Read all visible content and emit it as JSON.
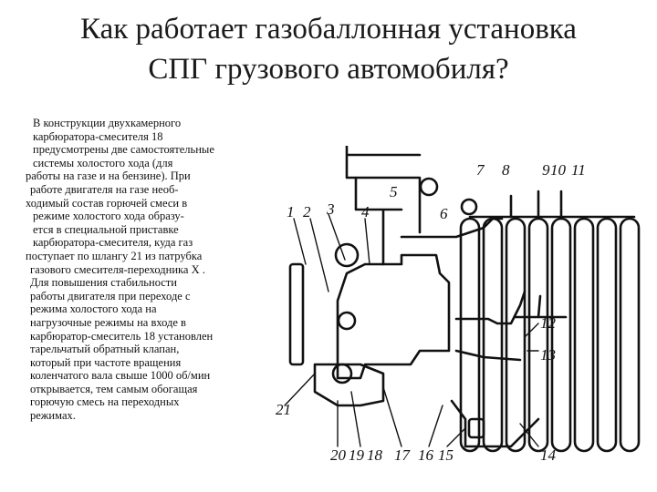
{
  "slide": {
    "title_lines": [
      "Как работает газобаллонная установка",
      "СПГ грузового автомобиля?"
    ],
    "body_lines": [
      "В конструкции двухкамерного",
      "карбюратора-смесителя 18",
      "предусмотрены две самостоятельные",
      "системы холостого хода (для",
      "работы на газе и на бензине). При",
      "работе двигателя на газе необ-",
      "ходимый состав горючей смеси в",
      "режиме холостого хода образу-",
      "ется в специальной приставке",
      "карбюратора-смесителя, куда газ",
      "поступает по шлангу 21 из патрубка",
      "газового смесителя-переходника X .",
      "Для повышения стабильности",
      "работы двигателя при переходе с",
      "режима холостого хода на",
      "нагрузочные режимы на входе в",
      "карбюратор-смеситель 18 установлен",
      "тарельчатый обратный клапан,",
      "который при частоте вращения",
      "коленчатого вала свыше 1000 об/мин",
      "открывается, тем самым обогащая",
      "горючую смесь на переходных",
      "режимах."
    ]
  },
  "diagram": {
    "labels": {
      "n1": "1",
      "n2": "2",
      "n3": "3",
      "n4": "4",
      "n5": "5",
      "n6": "6",
      "n7": "7",
      "n8": "8",
      "n9": "9",
      "n10": "10",
      "n11": "11",
      "n12": "12",
      "n13": "13",
      "n14": "14",
      "n15": "15",
      "n16": "16",
      "n17": "17",
      "n18": "18",
      "n19": "19",
      "n20": "20",
      "n21": "21"
    }
  }
}
